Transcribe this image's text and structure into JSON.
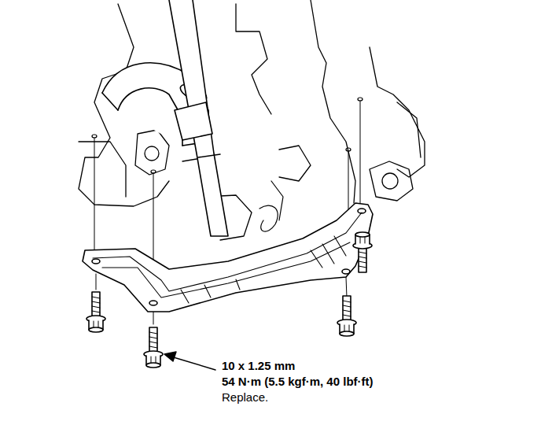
{
  "diagram": {
    "labels": [
      "10 x 1.25 mm",
      "54 N·m (5.5 kgf·m, 40 lbf·ft)",
      "Replace."
    ]
  }
}
